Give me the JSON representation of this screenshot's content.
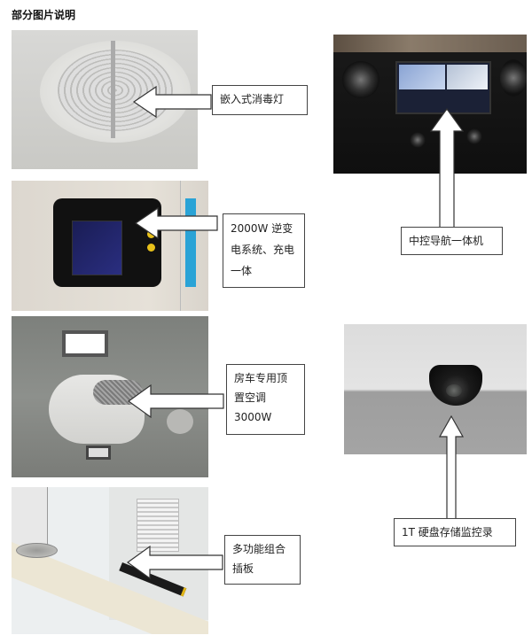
{
  "page": {
    "title": "部分图片说明"
  },
  "items": [
    {
      "id": "disinfection-lamp",
      "label_lines": [
        "嵌入式消毒灯"
      ],
      "arrow_direction": "left"
    },
    {
      "id": "inverter-system",
      "label_lines": [
        "2000W 逆变",
        "电系统、充电",
        "一体"
      ],
      "arrow_direction": "left"
    },
    {
      "id": "roof-air-conditioner",
      "label_lines": [
        "房车专用顶",
        "置空调",
        "3000W"
      ],
      "arrow_direction": "left"
    },
    {
      "id": "multi-function-socket",
      "label_lines": [
        "多功能组合",
        "插板"
      ],
      "arrow_direction": "left"
    },
    {
      "id": "navigation-unit",
      "label_lines": [
        "中控导航一体机"
      ],
      "arrow_direction": "up"
    },
    {
      "id": "surveillance-recorder",
      "label_lines": [
        "1T 硬盘存储监控录"
      ],
      "arrow_direction": "up"
    }
  ],
  "colors": {
    "label_border": "#444444",
    "arrow_fill": "#ffffff",
    "arrow_stroke": "#333333",
    "inverter_button": "#e8c11a",
    "panel_blue": "#2aa3d6"
  }
}
